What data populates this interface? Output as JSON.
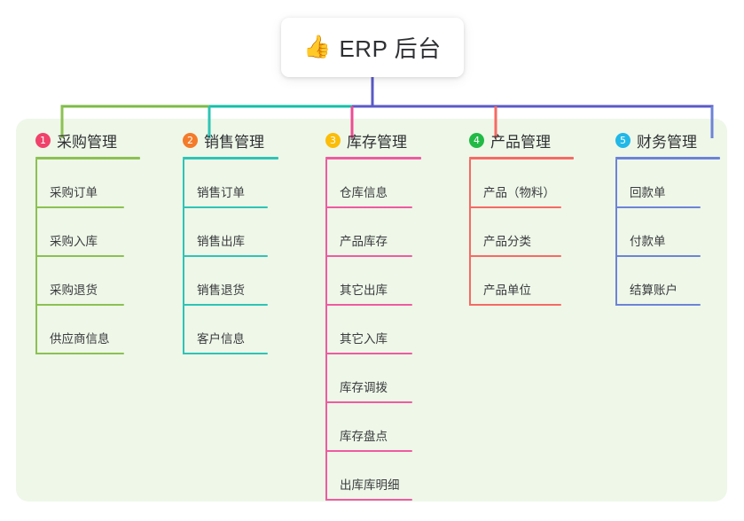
{
  "diagram": {
    "type": "mind-map",
    "root": {
      "icon": "thumbs-up-icon",
      "icon_glyph": "👍",
      "title": "ERP 后台"
    },
    "panel_color": "#eef7e8",
    "bus": {
      "segments": [
        {
          "name": "bus-green",
          "color": "#7cbb45"
        },
        {
          "name": "bus-teal",
          "color": "#12bfa8"
        },
        {
          "name": "bus-purple",
          "color": "#5a59c8"
        }
      ]
    },
    "columns": [
      {
        "number": "1",
        "title": "采购管理",
        "badge_color": "#f0426a",
        "line_color": "#8cc152",
        "drop_color": "#8cc152",
        "items": [
          {
            "label": "采购订单"
          },
          {
            "label": "采购入库"
          },
          {
            "label": "采购退货"
          },
          {
            "label": "供应商信息"
          }
        ]
      },
      {
        "number": "2",
        "title": "销售管理",
        "badge_color": "#f47b2a",
        "line_color": "#2ec4b6",
        "drop_color": "#2ec4b6",
        "items": [
          {
            "label": "销售订单"
          },
          {
            "label": "销售出库"
          },
          {
            "label": "销售退货"
          },
          {
            "label": "客户信息"
          }
        ]
      },
      {
        "number": "3",
        "title": "库存管理",
        "badge_color": "#fbbd08",
        "line_color": "#ef5ba1",
        "drop_color": "#ef4b93",
        "items": [
          {
            "label": "仓库信息"
          },
          {
            "label": "产品库存"
          },
          {
            "label": "其它出库"
          },
          {
            "label": "其它入库"
          },
          {
            "label": "库存调拨"
          },
          {
            "label": "库存盘点"
          },
          {
            "label": "出库库明细"
          }
        ]
      },
      {
        "number": "4",
        "title": "产品管理",
        "badge_color": "#21ba45",
        "line_color": "#f76a63",
        "drop_color": "#f76a63",
        "items": [
          {
            "label": "产品（物料）"
          },
          {
            "label": "产品分类"
          },
          {
            "label": "产品单位"
          }
        ]
      },
      {
        "number": "5",
        "title": "财务管理",
        "badge_color": "#21b8e8",
        "line_color": "#6d83d8",
        "drop_color": "#6d83d8",
        "items": [
          {
            "label": "回款单"
          },
          {
            "label": "付款单"
          },
          {
            "label": "结算账户"
          }
        ]
      }
    ]
  }
}
